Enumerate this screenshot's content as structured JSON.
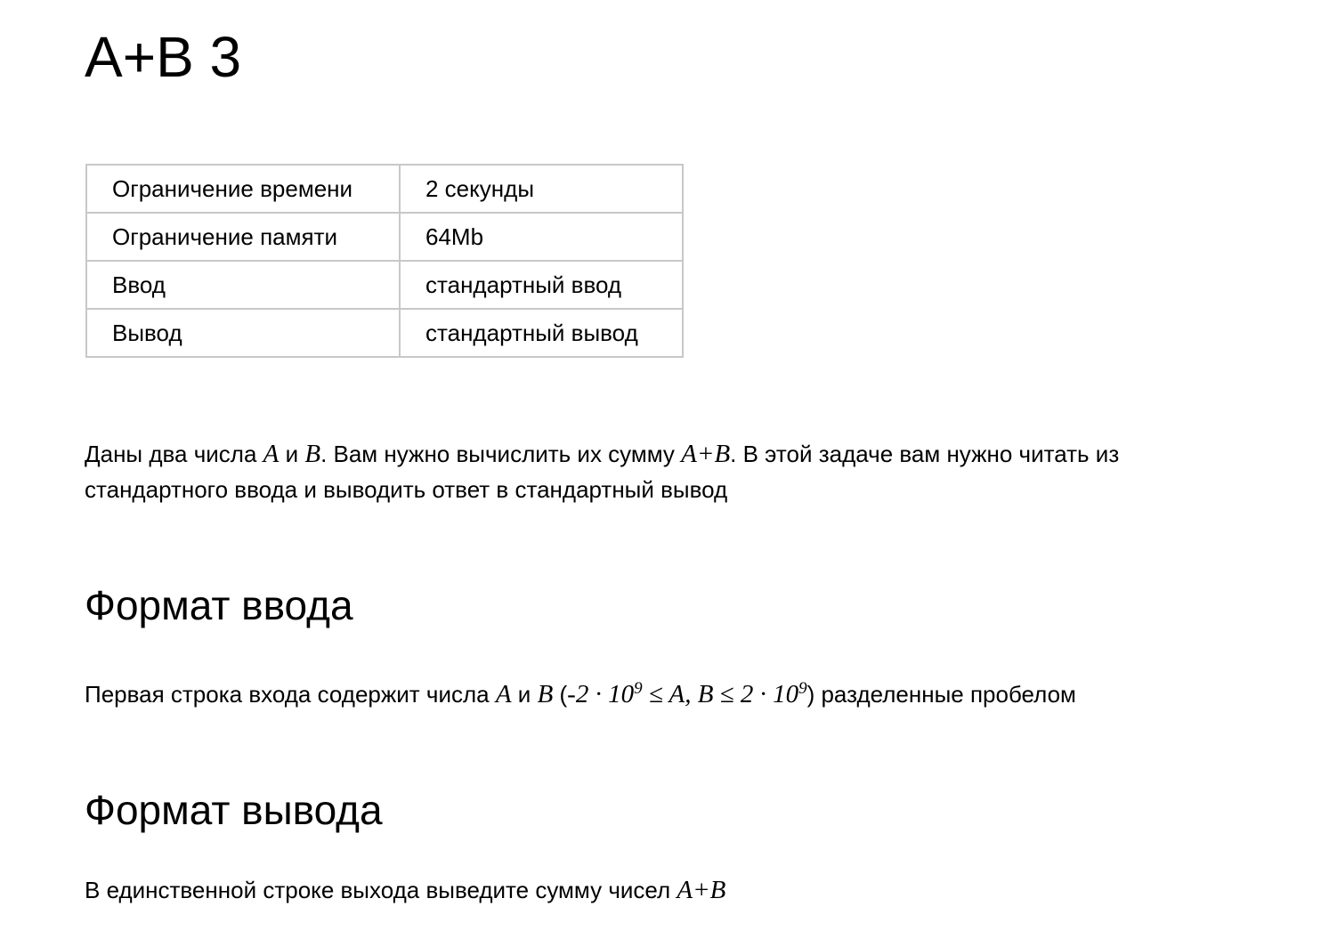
{
  "title": "A+B 3",
  "limits": [
    {
      "key": "Ограничение времени",
      "value": "2 секунды"
    },
    {
      "key": "Ограничение памяти",
      "value": "64Mb"
    },
    {
      "key": "Ввод",
      "value": "стандартный ввод"
    },
    {
      "key": "Вывод",
      "value": "стандартный вывод"
    }
  ],
  "statement": {
    "t1": "Даны два числа ",
    "m_a": "A",
    "t2": " и ",
    "m_b": "B",
    "t3": ". Вам нужно вычислить их сумму ",
    "m_sum": "A+B",
    "t4": ". В этой задаче вам нужно читать из стандартного ввода и выводить ответ в стандартный вывод"
  },
  "input_format": {
    "heading": "Формат ввода",
    "t1": "Первая строка входа содержит числа ",
    "m_a": "A",
    "t2": " и ",
    "m_b": "B",
    "t3": " (",
    "m_c1": "-2 · 10",
    "m_e1": "9",
    "m_c2": " ≤ A, B ≤ 2 · 10",
    "m_e2": "9",
    "t4": ") разделенные пробелом"
  },
  "output_format": {
    "heading": "Формат вывода",
    "t1": "В единственной строке выхода выведите сумму чисел ",
    "m_sum": "A+B"
  }
}
